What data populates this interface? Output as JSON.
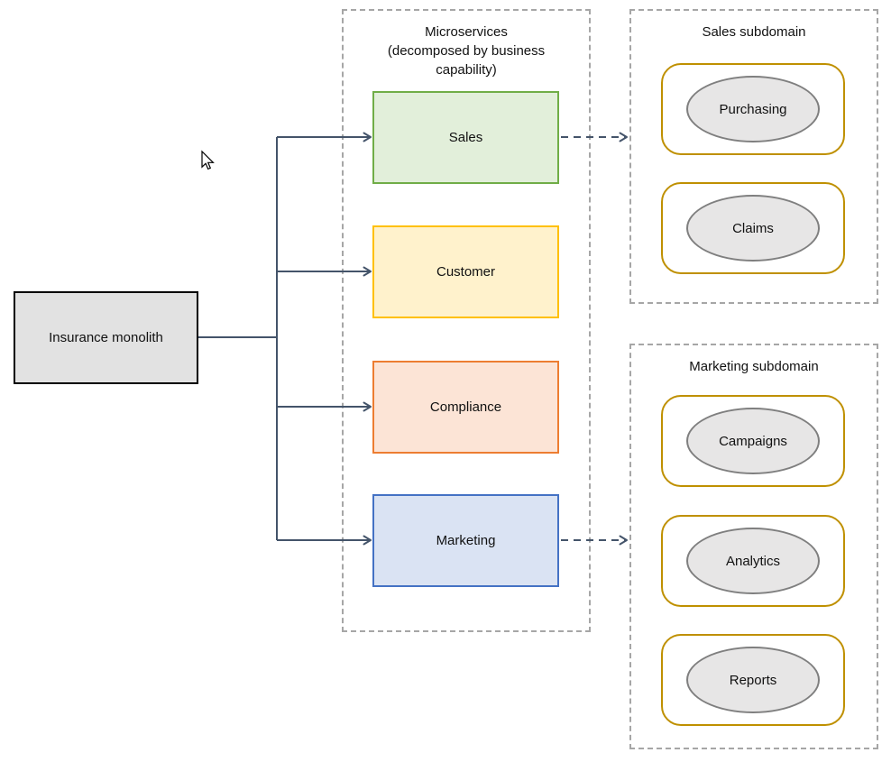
{
  "monolith": {
    "label": "Insurance monolith"
  },
  "microservices": {
    "title_line1": "Microservices",
    "title_line2": "(decomposed by business capability)",
    "services": [
      {
        "label": "Sales",
        "style": "background:#E2EFDA;border-color:#70AD47"
      },
      {
        "label": "Customer",
        "style": "background:#FFF2CC;border-color:#FFC000"
      },
      {
        "label": "Compliance",
        "style": "background:#FCE4D6;border-color:#ED7D31"
      },
      {
        "label": "Marketing",
        "style": "background:#DAE3F3;border-color:#4472C4"
      }
    ]
  },
  "subdomains": [
    {
      "title": "Sales subdomain",
      "items": [
        {
          "label": "Purchasing"
        },
        {
          "label": "Claims"
        }
      ]
    },
    {
      "title": "Marketing subdomain",
      "items": [
        {
          "label": "Campaigns"
        },
        {
          "label": "Analytics"
        },
        {
          "label": "Reports"
        }
      ]
    }
  ],
  "colors": {
    "connector": "#44546A",
    "container_border": "#A6A6A6",
    "monolith_fill": "#E2E2E2",
    "monolith_border": "#000000",
    "gold": "#BF9000",
    "ellipse_fill": "#E7E6E6",
    "ellipse_border": "#7F7F7F",
    "text": "#111111"
  }
}
